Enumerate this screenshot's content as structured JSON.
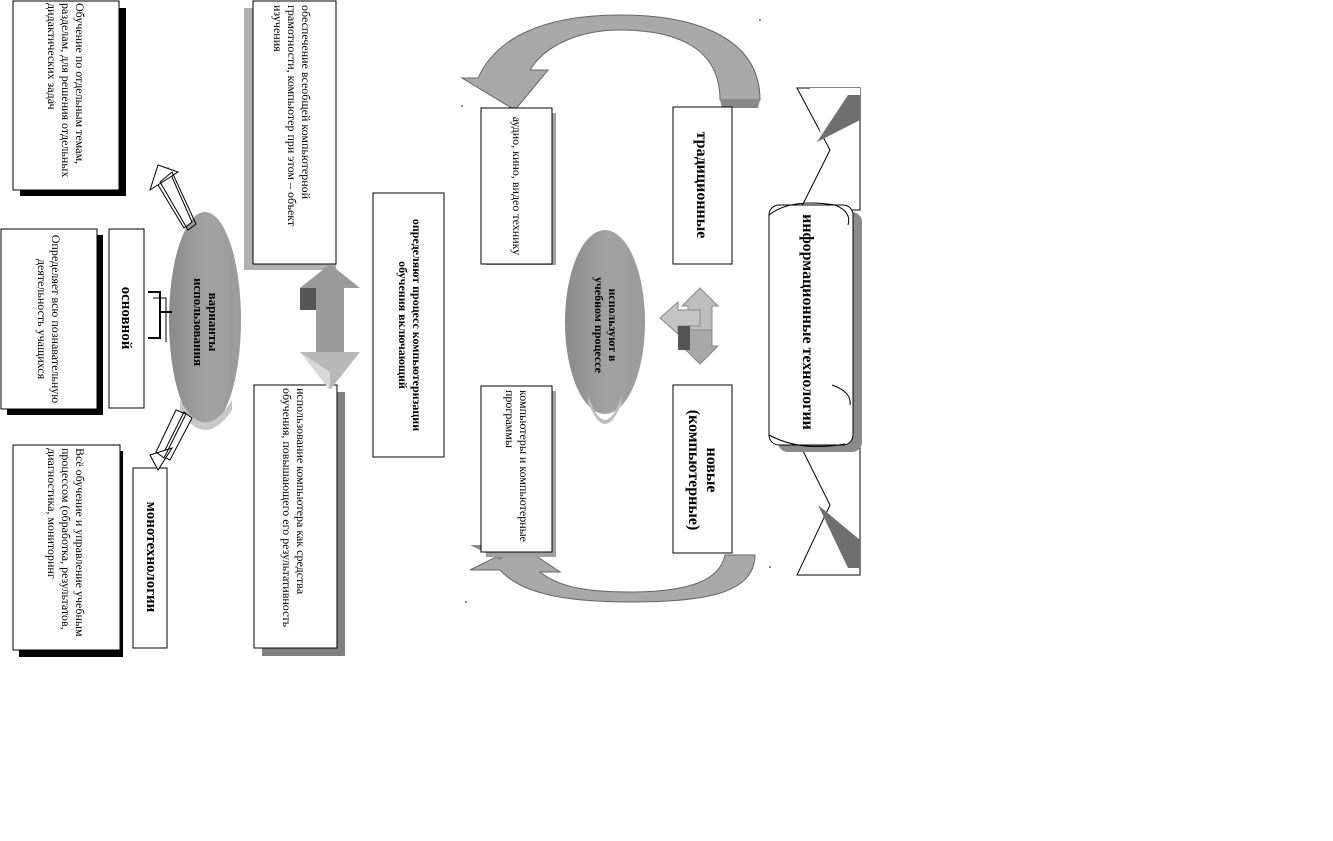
{
  "diagram": {
    "title": "информационные технологии",
    "categories": {
      "traditional": "традиционные",
      "new": "новые (компьютерные)"
    },
    "center_oval": "используют в учебном процессе",
    "traditional_detail": "аудио, кино, видео технику",
    "new_detail": "компьютеры и компьютерные программы",
    "process_box": "определяют процесс компьютеризации обучения включающий",
    "literacy_box": "обеспечение всеобщей компьютерной грамотности, компьютер при этом – объект изучения",
    "means_box": "использование компьютера как средства обучения, повышающего его результативность",
    "variants_oval": "варианты использования",
    "basic_label": "основной",
    "basic_detail": "Определяет всю познавательную деятельность учащихся",
    "separate_detail": "Обучение по отдельным темам, разделам, для решения отдельных дидактических задач",
    "mono_label": "монотехнологии",
    "mono_detail": "Всё обучение и управление учебным процессом (обработка, результатов, диагностика, мониторинг"
  },
  "colors": {
    "oval_gray": "#9a9a9a",
    "arrow_gray": "#b3b3b3",
    "shadow_gray": "#808080"
  }
}
